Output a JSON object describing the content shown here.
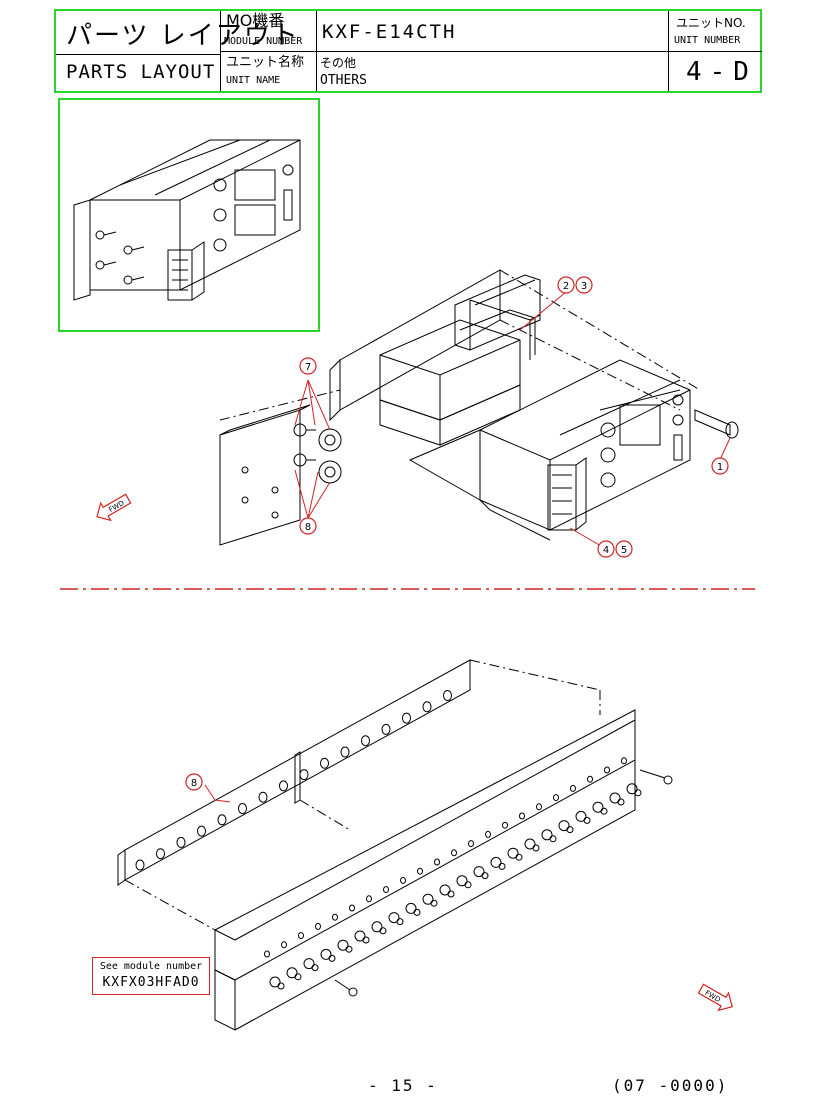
{
  "title_block": {
    "title_jp": "パーツ レイアウト",
    "title_en": "PARTS LAYOUT",
    "module_label_jp": "MO機番",
    "module_label_en": "MODULE NUMBER",
    "module_value": "KXF-E14CTH",
    "unit_label_jp": "ユニット名称",
    "unit_label_en": "UNIT NAME",
    "unit_value_jp": "その他",
    "unit_value_en": "OTHERS",
    "unit_no_label_jp": "ユニットNO.",
    "unit_no_label_en": "UNIT NUMBER",
    "unit_no_value": "4-D"
  },
  "callouts": [
    "1",
    "2",
    "3",
    "4",
    "5",
    "7",
    "8",
    "8"
  ],
  "fwd_label": "FWD",
  "note": {
    "line1": "See module number",
    "line2": "KXFX03HFAD0"
  },
  "footer": {
    "page": "- 15 -",
    "code": "(07 -0000)"
  },
  "colors": {
    "frame_green": "#2bd52b",
    "callout_red": "#d22222",
    "line": "#000000"
  }
}
